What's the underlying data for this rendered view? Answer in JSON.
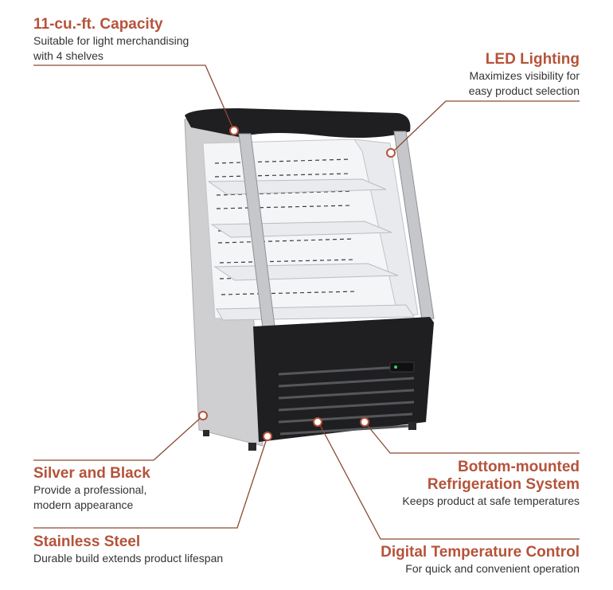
{
  "colors": {
    "accent": "#b5533a",
    "leader": "#8a4a33",
    "text": "#333333",
    "cabinet_silver": "#cfcfd1",
    "cabinet_black": "#1f1f21"
  },
  "callouts": {
    "capacity": {
      "title": "11-cu.-ft. Capacity",
      "line1": "Suitable for light merchandising",
      "line2": "with 4 shelves"
    },
    "led": {
      "title": "LED Lighting",
      "line1": "Maximizes visibility for",
      "line2": "easy product selection"
    },
    "silver": {
      "title": "Silver and Black",
      "line1": "Provide a professional,",
      "line2": "modern appearance"
    },
    "refrigeration": {
      "title1": "Bottom-mounted",
      "title2": "Refrigeration System",
      "line1": "Keeps product at safe temperatures"
    },
    "steel": {
      "title": "Stainless Steel",
      "line1": "Durable build extends product lifespan"
    },
    "digital": {
      "title": "Digital Temperature Control",
      "line1": "For quick and convenient operation"
    }
  },
  "product": {
    "name": "open air merchandiser refrigerator",
    "shelves": 4
  }
}
